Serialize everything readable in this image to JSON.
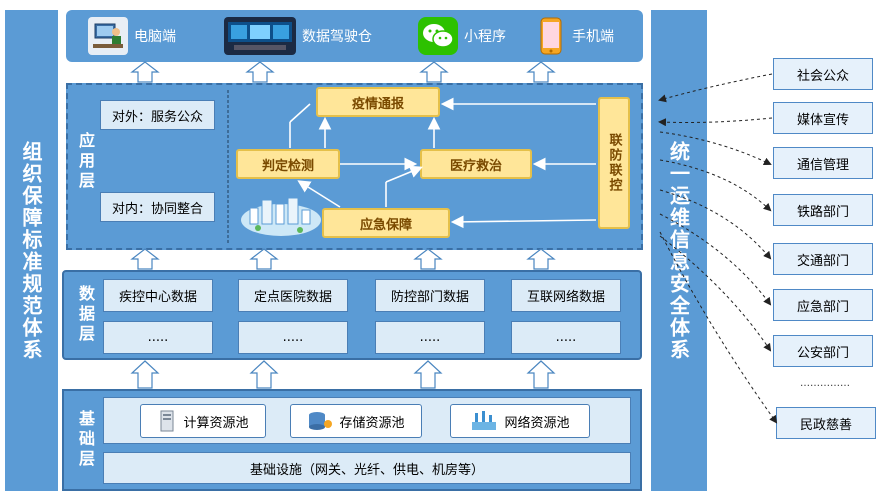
{
  "left_pillar": "组织保障标准规范体系",
  "right_pillar": "统一运维信息安全体系",
  "top": {
    "items": [
      {
        "label": "电脑端",
        "icon": "computer-user-icon"
      },
      {
        "label": "数据驾驶仓",
        "icon": "dashboard-screen-icon"
      },
      {
        "label": "小程序",
        "icon": "wechat-icon"
      },
      {
        "label": "手机端",
        "icon": "mobile-phone-icon"
      }
    ]
  },
  "app_layer": {
    "label": "应用层",
    "external": "对外：服务公众",
    "internal": "对内：协同整合",
    "epidemic_report": "疫情通报",
    "judgment": "判定检测",
    "treatment": "医疗救治",
    "emergency": "应急保障",
    "joint_control": "联防联控"
  },
  "data_layer": {
    "label": "数据层",
    "items": [
      "疾控中心数据",
      "定点医院数据",
      "防控部门数据",
      "互联网络数据"
    ],
    "more": "....."
  },
  "base_layer": {
    "label": "基础层",
    "compute": "计算资源池",
    "storage": "存储资源池",
    "network": "网络资源池",
    "infra": "基础设施（网关、光纤、供电、机房等）"
  },
  "departments": {
    "items": [
      "社会公众",
      "媒体宣传",
      "通信管理",
      "铁路部门",
      "交通部门",
      "应急部门",
      "公安部门"
    ],
    "ellipsis": "……………",
    "last": "民政慈善"
  },
  "colors": {
    "pillar": "#5b9bd5",
    "yellow": "#ffe699",
    "light": "#dcebf7"
  }
}
